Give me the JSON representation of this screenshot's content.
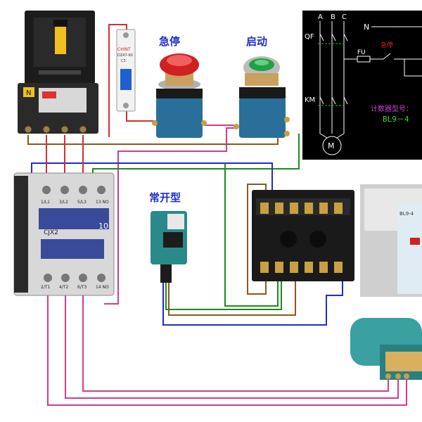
{
  "labels": {
    "emergency_stop": "急停",
    "start": "启动",
    "normally_open_type": "常开型",
    "counter_model_caption": "计数器型号：",
    "counter_model": "BL9－4",
    "breaker_n": "N",
    "mcb_brand": "CHINT",
    "mcb_model": "DZ47-60",
    "mcb_rating": "C3",
    "contactor_model": "CJX2",
    "contactor_rating": "10",
    "contactor_top_terminals": [
      "1/L1",
      "3/L2",
      "5/L3",
      "13 NO"
    ],
    "contactor_bottom_terminals": [
      "2/T1",
      "4/T2",
      "6/T3",
      "14 NO"
    ],
    "counter_unit_label": "BL9-4"
  },
  "schematic": {
    "phases": [
      "A",
      "B",
      "C"
    ],
    "neutral": "N",
    "breaker": "QF",
    "fuse": "FU",
    "stop_button": "急停",
    "contactor": "KM",
    "motor": "M"
  },
  "colors": {
    "wire_red": "#d03030",
    "wire_brown": "#8a5a1e",
    "wire_magenta": "#d23c8a",
    "wire_blue": "#1e2ec8",
    "wire_green": "#1e8a1e",
    "schematic_bg": "#000000",
    "schematic_line": "#ffffff",
    "schematic_dashed": "#22c022",
    "schematic_red": "#e02020",
    "schematic_caption": "#d040d0",
    "schematic_model": "#33dd33",
    "contactor_body": "#3a4a9a",
    "button_base": "#2a6f9a",
    "motor_body": "#3aa0a0",
    "sensor_body": "#2a8a8a"
  }
}
